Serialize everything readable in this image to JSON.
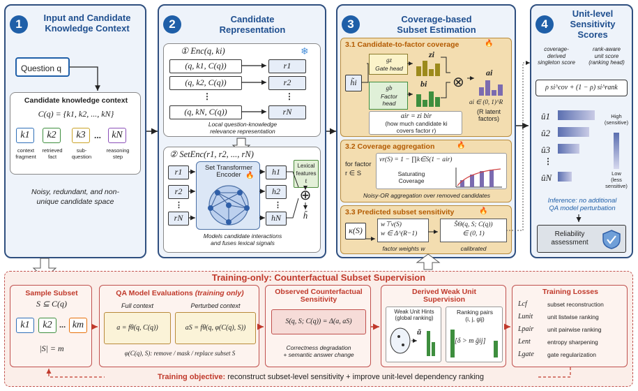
{
  "panel1": {
    "num": "1",
    "title": "Input and Candidate\nKnowledge Context",
    "question": "Question q",
    "ctx_title": "Candidate knowledge context",
    "ctx_formula": "C(q) = {k1, k2, ..., kN}",
    "k_labels": [
      "k1",
      "k2",
      "k3",
      "kN"
    ],
    "k_captions": [
      "context\nfragment",
      "retrieved\nfact",
      "sub-\nquestion",
      "reasoning\nstep"
    ],
    "dots": "...",
    "note": "Noisy, redundant, and non-\nunique candidate space"
  },
  "panel2": {
    "num": "2",
    "title": "Candidate\nRepresentation",
    "enc_title": "① Enc(q, ki)",
    "inputs": [
      "(q, k1, C(q))",
      "(q, k2, C(q))",
      "(q, kN, C(q))"
    ],
    "outputs": [
      "r1",
      "r2",
      "rN"
    ],
    "enc_caption": "Local question-knowledge\nrelevance representation",
    "setenc_title": "② SetEnc(r1, r2, ..., rN)",
    "set_inputs": [
      "r1",
      "r2",
      "rN"
    ],
    "transformer": "Set Transformer\nEncoder",
    "hs": [
      "h1",
      "h2",
      "hN"
    ],
    "lexical": "Lexical\nfeatures\nℓ",
    "htilde": "h̃",
    "setenc_caption": "Models candidate interactions\nand fuses lexical signals"
  },
  "panel3": {
    "num": "3",
    "title": "Coverage-based\nSubset Estimation",
    "s31_title": "3.1 Candidate-to-factor coverage",
    "hi": "h̃i",
    "gz": "gz",
    "gate_head": "Gate head",
    "gb": "gb",
    "factor_head": "Factor\nhead",
    "zi": "zi",
    "bi": "bi",
    "otimes": "⊗",
    "ai": "ai",
    "ai_range": "ai ∈ (0, 1)^R",
    "latent": "(R latent\nfactors)",
    "air": "air = zi bir",
    "air_caption": "(how much candidate ki\ncovers factor r)",
    "s32_title": "3.2 Coverage aggregation",
    "for_factor": "for factor\nr ∈ S",
    "noisyor": "vr(S) = 1 − ∏k∈S(1 − air)",
    "saturating": "Saturating\nCoverage",
    "s32_caption": "Noisy-OR aggregation over removed candidates",
    "s33_title": "3.3 Predicted subset sensitivity",
    "kappa": "κ(S)",
    "wv": "w⊤v(S)\nw ∈ Δ^(R−1)",
    "weights_caption": "factor weights w",
    "shat": "ŜΘ(q, S; C(q))\n∈ (0, 1)",
    "calibrated": "calibrated"
  },
  "panel4": {
    "num": "4",
    "title": "Unit-level\nSensitivity\nScores",
    "cov_label": "coverage-\nderived\nsingleton score",
    "rank_label": "rank-aware\nunit score\n(ranking head)",
    "formula": "ρ si^cov + (1 − ρ) si^rank",
    "units": [
      "û1",
      "û2",
      "û3",
      "ûN"
    ],
    "bar_values": [
      0.95,
      0.8,
      0.55,
      0.35
    ],
    "high": "High\n(sensitive)",
    "low": "Low\n(less\nsensitive)",
    "inference": "Inference: no additional\nQA model perturbation",
    "reliability": "Reliability\nassessment"
  },
  "training": {
    "title": "Training-only: Counterfactual Subset Supervision",
    "sample_title": "Sample Subset",
    "sample_formula": "S ⊆ C(q)",
    "sample_ks": [
      "k1",
      "k2",
      "km"
    ],
    "sample_size": "|S| = m",
    "qa_title": "QA Model Evaluations",
    "qa_title_suffix": "(training only)",
    "full_ctx": "Full context",
    "perturbed_ctx": "Perturbed context",
    "a_formula": "a = fθ(q, C(q))",
    "as_formula": "aS = fθ(q, φ(C(q), S))",
    "phi_caption": "φ(C(q), S): remove / mask / replace subset S",
    "obs_title": "Observed Counterfactual\nSensitivity",
    "obs_formula": "S(q, S; C(q)) = Δ(a, aS)",
    "obs_caption": "Correctness degradation\n+ semantic answer change",
    "weak_title": "Derived Weak Unit\nSupervision",
    "hints": "Weak Unit Hints\n(global ranking)",
    "pairs": "Ranking pairs\n(i, j, gij)",
    "pairs_formula": "[δ > m ḡij]",
    "utilde": "ũ",
    "loss_title": "Training Losses",
    "losses": [
      {
        "sym": "Lcf",
        "desc": "subset reconstruction"
      },
      {
        "sym": "Lunit",
        "desc": "unit listwise ranking"
      },
      {
        "sym": "Lpair",
        "desc": "unit pairwise ranking"
      },
      {
        "sym": "Lent",
        "desc": "entropy sharpening"
      },
      {
        "sym": "Lgate",
        "desc": "gate regularization"
      }
    ],
    "objective_label": "Training objective:",
    "objective_text": "reconstruct subset-level sensitivity + improve unit-level dependency ranking"
  },
  "colors": {
    "panel_border": "#2f4f7f",
    "accent_blue": "#1f5fa8",
    "training_red": "#c0392b",
    "coverage_tan": "#f3ddb0",
    "bar_purple": "#7b6bb0",
    "bar_olive": "#9c8a1c",
    "bar_green": "#3e8e3e"
  }
}
